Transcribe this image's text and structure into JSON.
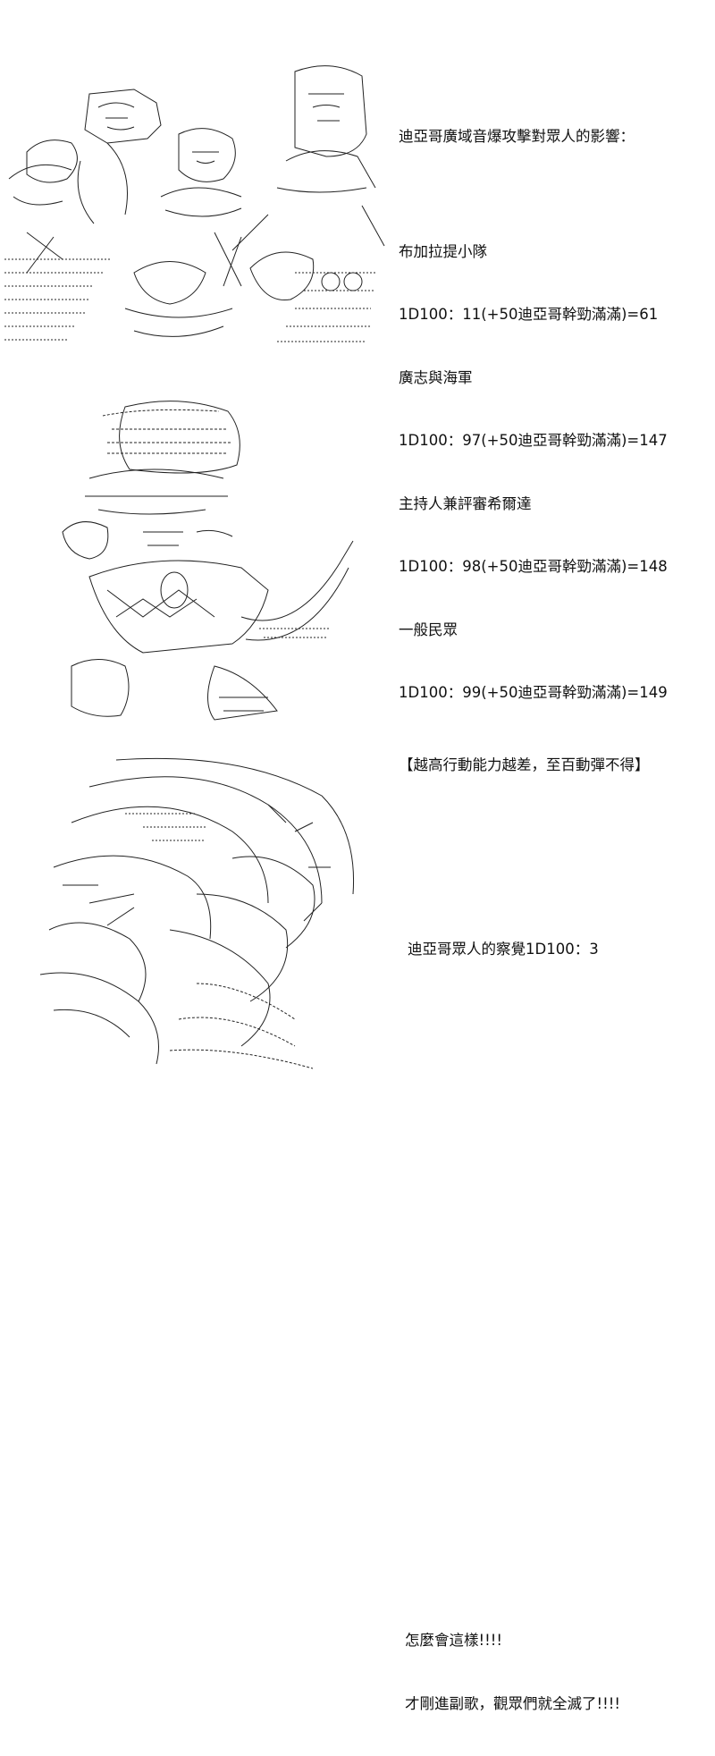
{
  "panel1": {
    "heading": "迪亞哥廣域音爆攻擊對眾人的影響：",
    "rows": [
      {
        "group": "布加拉提小隊",
        "roll": "1D100：11(+50迪亞哥幹勁滿滿)=61"
      },
      {
        "group": "廣志與海軍",
        "roll": "1D100：97(+50迪亞哥幹勁滿滿)=147"
      },
      {
        "group": "主持人兼評審希爾達",
        "roll": "1D100：98(+50迪亞哥幹勁滿滿)=148"
      },
      {
        "group": "一般民眾",
        "roll": "1D100：99(+50迪亞哥幹勁滿滿)=149"
      }
    ],
    "note": "【越高行動能力越差，至百動彈不得】"
  },
  "panel2": {
    "text": "迪亞哥眾人的察覺1D100：3"
  },
  "panel3": {
    "line1": "怎麼會這樣!!!!",
    "line2": "才剛進副歌，觀眾們就全滅了!!!!"
  }
}
